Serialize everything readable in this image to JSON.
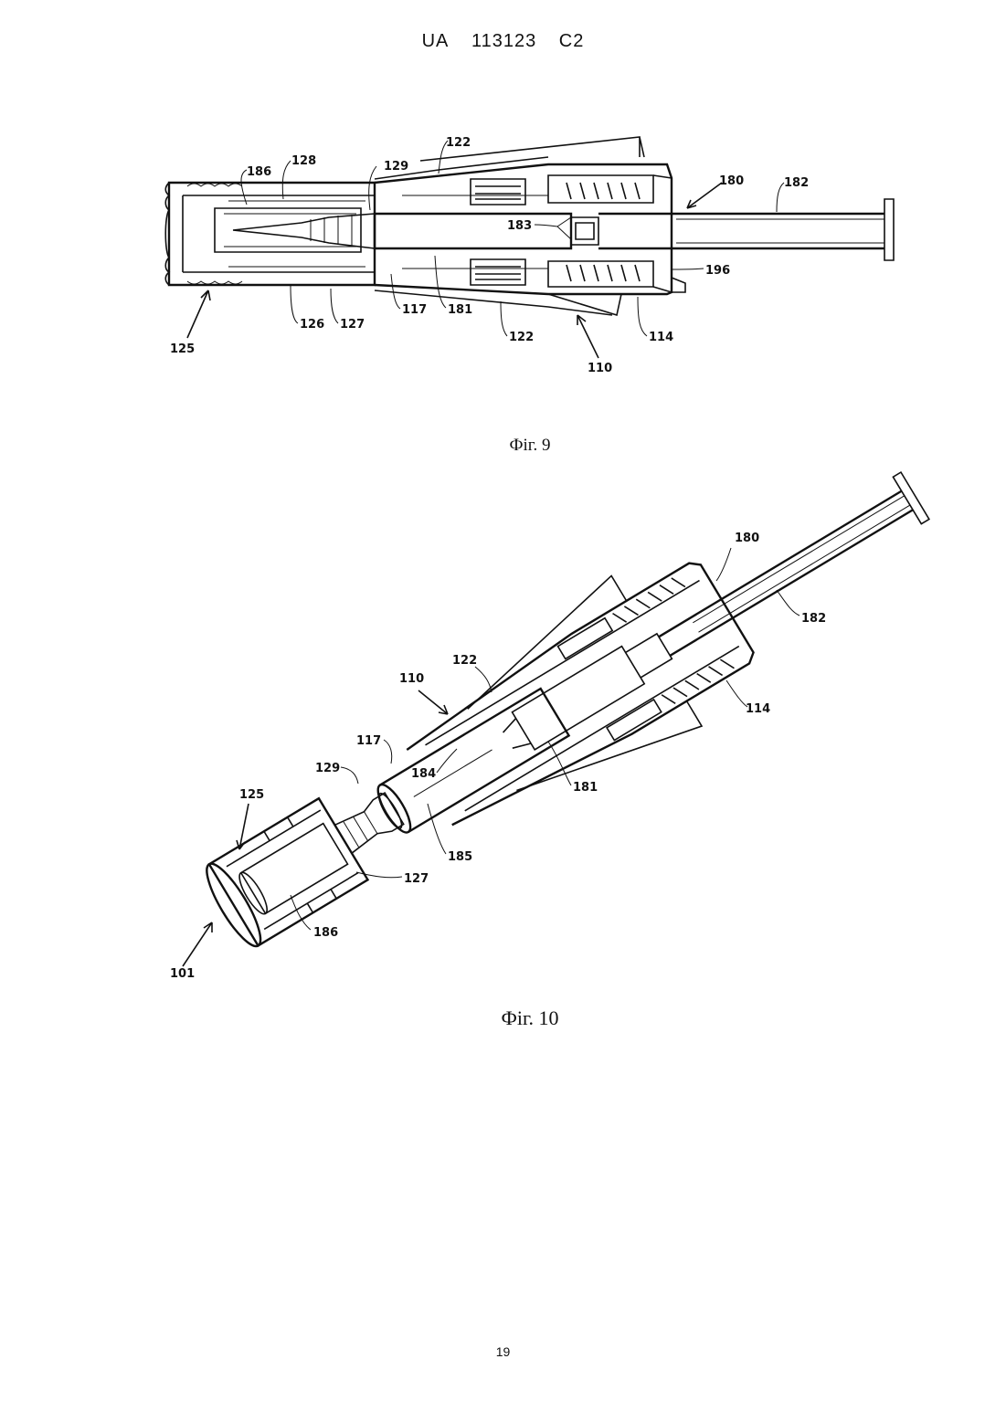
{
  "header": {
    "country": "UA",
    "number": "113123",
    "kind": "C2"
  },
  "figures": [
    {
      "caption": "Фіг. 9",
      "labels": [
        "122",
        "186",
        "128",
        "129",
        "180",
        "182",
        "183",
        "196",
        "126",
        "127",
        "117",
        "181",
        "122",
        "114",
        "110",
        "125"
      ]
    },
    {
      "caption": "Фіг. 10",
      "labels": [
        "180",
        "182",
        "122",
        "110",
        "114",
        "117",
        "184",
        "181",
        "129",
        "125",
        "185",
        "127",
        "186",
        "101"
      ]
    }
  ],
  "page_number": "19"
}
